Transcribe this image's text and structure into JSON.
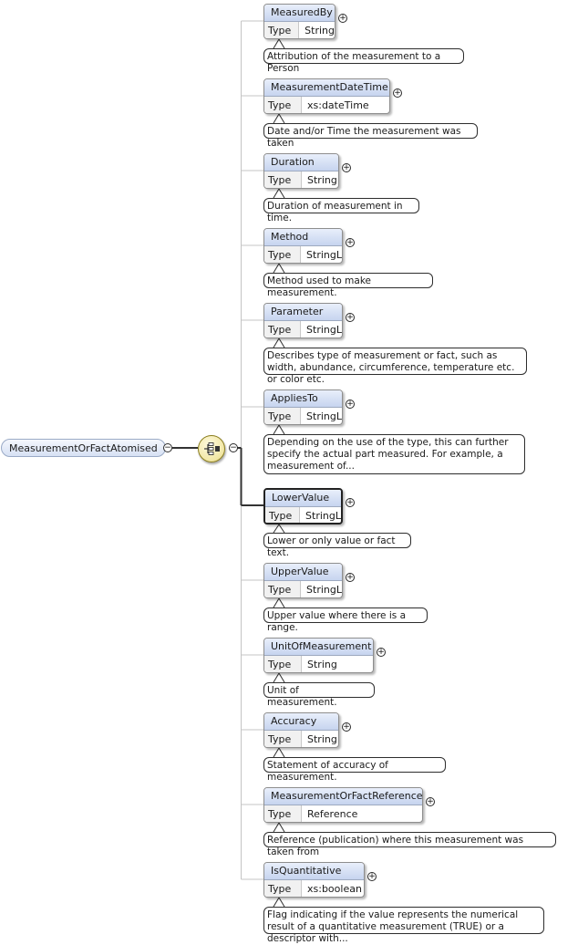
{
  "root": {
    "label": "MeasurementOrFactAtomised"
  },
  "compositor": {
    "icon": "sequence-icon"
  },
  "type_key": "Type",
  "elements": [
    {
      "name": "MeasuredBy",
      "type": "String",
      "doc": "Attribution of the measurement to a Person"
    },
    {
      "name": "MeasurementDateTime",
      "type": "xs:dateTime",
      "doc": "Date and/or Time the measurement was taken"
    },
    {
      "name": "Duration",
      "type": "String",
      "doc": "Duration of measurement in time."
    },
    {
      "name": "Method",
      "type": "StringL",
      "doc": "Method used to make measurement."
    },
    {
      "name": "Parameter",
      "type": "StringL",
      "doc": "Describes type of measurement or fact, such as width, abundance, circumference, temperature etc. or color etc."
    },
    {
      "name": "AppliesTo",
      "type": "StringL",
      "doc": "Depending on the use of the type, this can further specify the actual part measured. For example, a measurement of..."
    },
    {
      "name": "LowerValue",
      "type": "StringL",
      "doc": "Lower or only value or fact text.",
      "selected": true
    },
    {
      "name": "UpperValue",
      "type": "StringL",
      "doc": "Upper value where there is a range."
    },
    {
      "name": "UnitOfMeasurement",
      "type": "String",
      "doc": "Unit of measurement."
    },
    {
      "name": "Accuracy",
      "type": "String",
      "doc": "Statement of accuracy of measurement."
    },
    {
      "name": "MeasurementOrFactReference",
      "type": "Reference",
      "doc": "Reference (publication) where this measurement was taken from"
    },
    {
      "name": "IsQuantitative",
      "type": "xs:boolean",
      "doc": "Flag indicating if the value represents the numerical result of a quantitative measurement (TRUE) or a descriptor with..."
    }
  ]
}
